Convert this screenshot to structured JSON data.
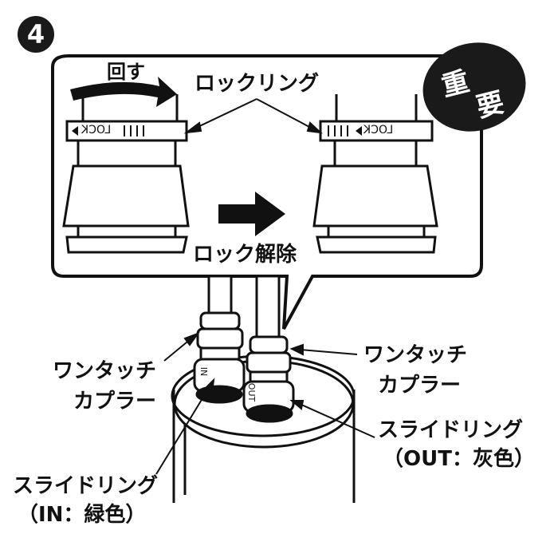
{
  "step_number": "4",
  "badge": {
    "line1": "重",
    "line2": "要"
  },
  "labels": {
    "rotate": "回す",
    "lock_ring": "ロックリング",
    "unlock": "ロック解除",
    "ring_text_left": "LOCK",
    "ring_text_right": "LOCK",
    "coupler_in_port": "IN",
    "coupler_out_port": "OUT",
    "left_coupler_line1": "ワンタッチ",
    "left_coupler_line2": "カプラー",
    "right_coupler_line1": "ワンタッチ",
    "right_coupler_line2": "カプラー",
    "left_slide_line1": "スライドリング",
    "left_slide_line2": "（IN：緑色）",
    "right_slide_line1": "スライドリング",
    "right_slide_line2": "（OUT：灰色）"
  }
}
